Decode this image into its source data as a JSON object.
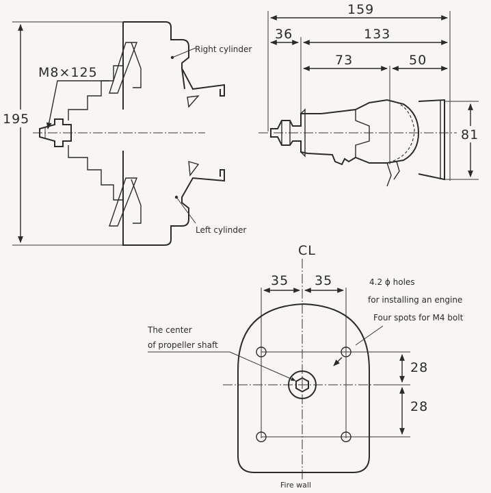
{
  "labels": {
    "thread": "M8×125",
    "height_dim": "195",
    "right_cylinder": "Right cylinder",
    "left_cylinder": "Left cylinder",
    "total_length": "159",
    "dim_36": "36",
    "dim_133": "133",
    "dim_73": "73",
    "dim_50": "50",
    "dim_81": "81",
    "centerline": "CL",
    "dim_35_left": "35",
    "dim_35_right": "35",
    "holes_line1": "4.2 ϕ holes",
    "holes_line2": "for installing an engine",
    "holes_line3": "Four spots for M4 bolt",
    "center_line1": "The center",
    "center_line2": "of propeller shaft",
    "dim_28_top": "28",
    "dim_28_bottom": "28",
    "fire_wall": "Fire wall"
  }
}
